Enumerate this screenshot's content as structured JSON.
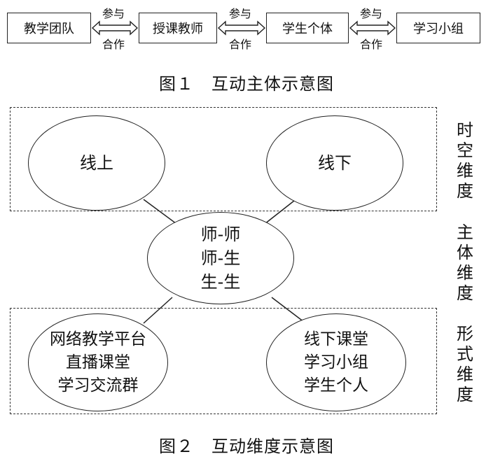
{
  "fig1": {
    "boxes": [
      "教学团队",
      "授课教师",
      "学生个体",
      "学习小组"
    ],
    "arrow_top": "参与",
    "arrow_bottom": "合作",
    "caption": "图１　互动主体示意图"
  },
  "fig2": {
    "ellipses": {
      "online": "线上",
      "offline": "线下",
      "center": [
        "师-师",
        "师-生",
        "生-生"
      ],
      "left": [
        "网络教学平台",
        "直播课堂",
        "学习交流群"
      ],
      "right": [
        "线下课堂",
        "学习小组",
        "学生个人"
      ]
    },
    "side_labels": {
      "time": "时空维度",
      "subject": "主体维度",
      "form": "形式维度"
    },
    "caption": "图２　互动维度示意图"
  }
}
